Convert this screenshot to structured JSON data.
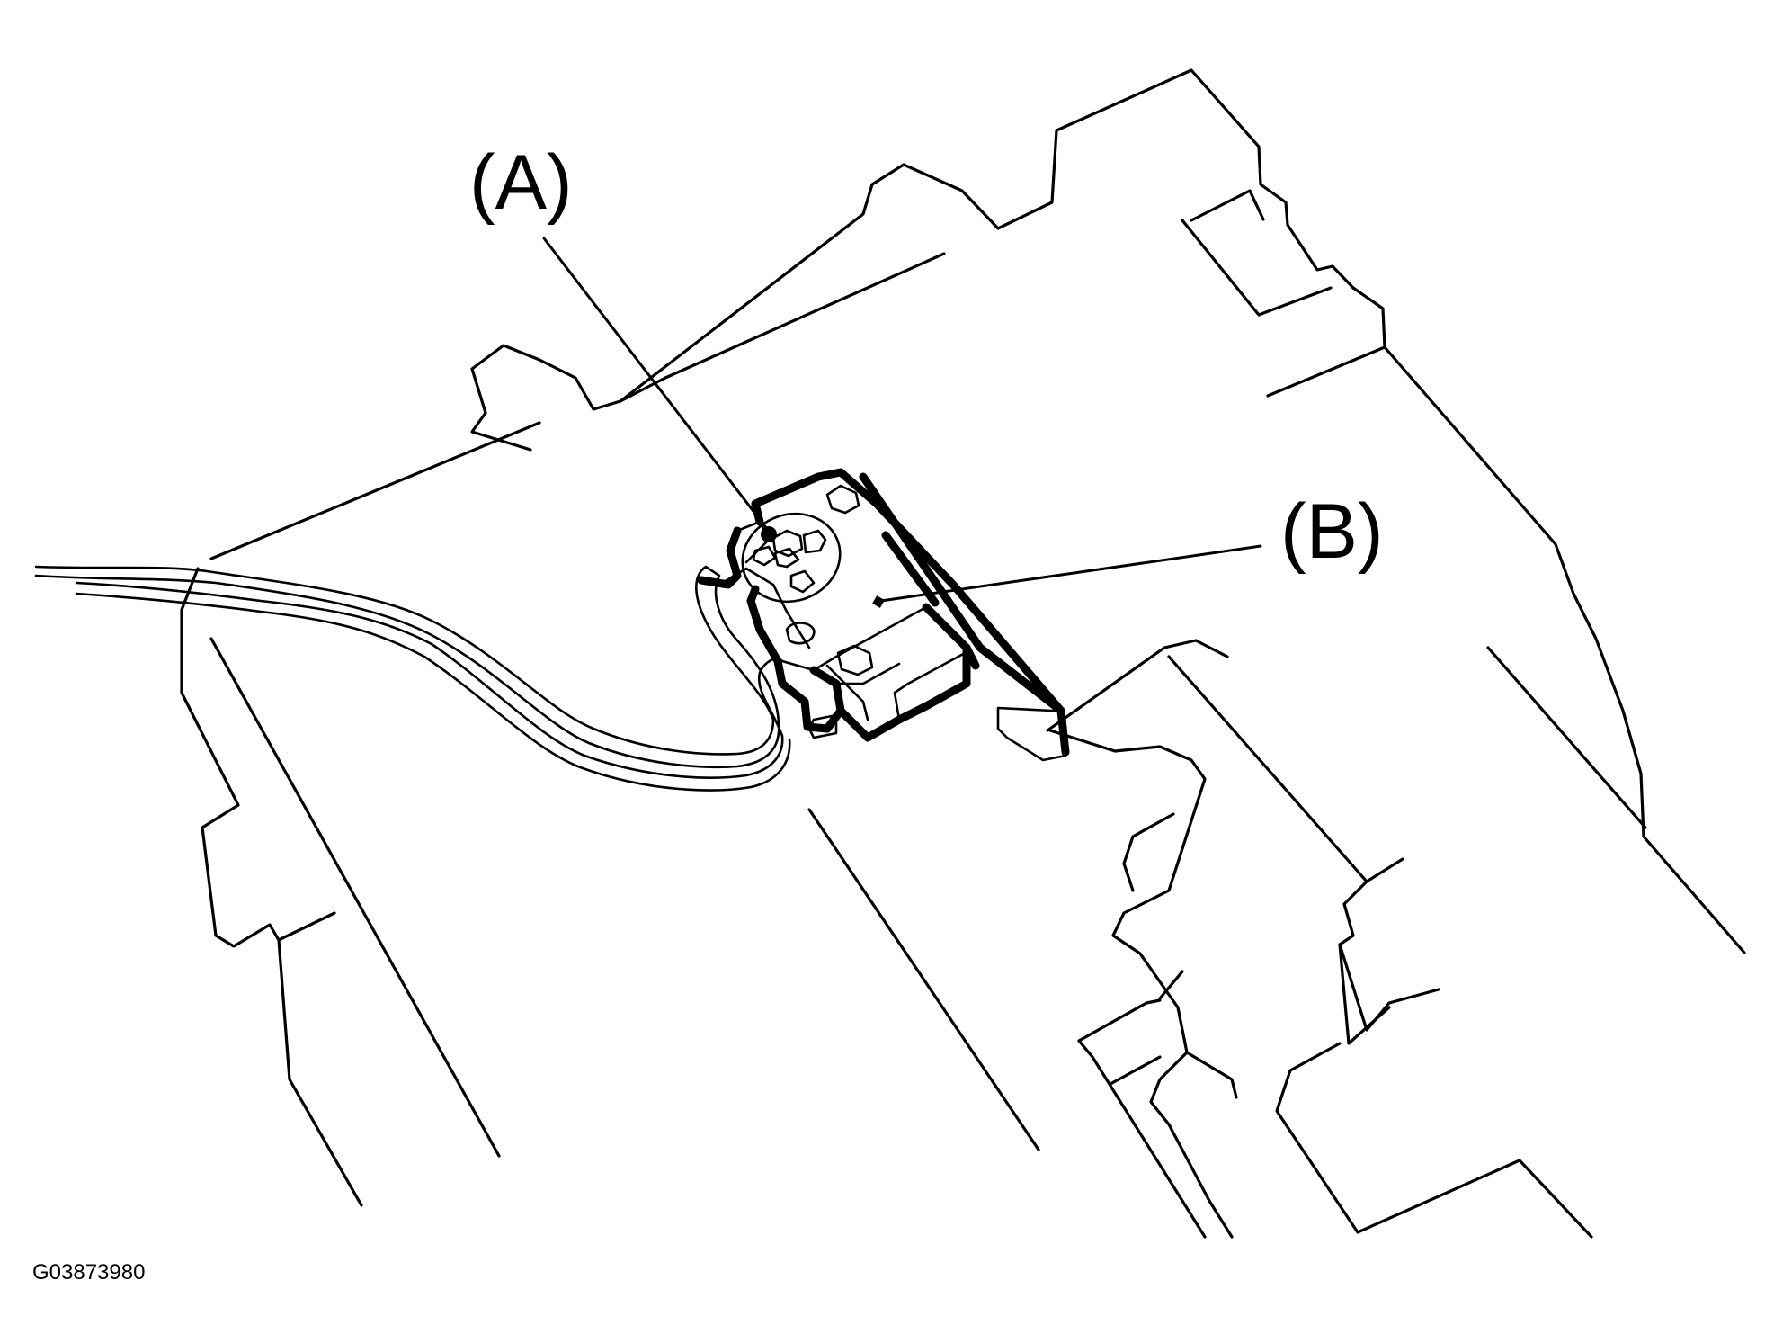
{
  "callouts": {
    "a": "(A)",
    "b": "(B)"
  },
  "figure_id": "G03873980"
}
